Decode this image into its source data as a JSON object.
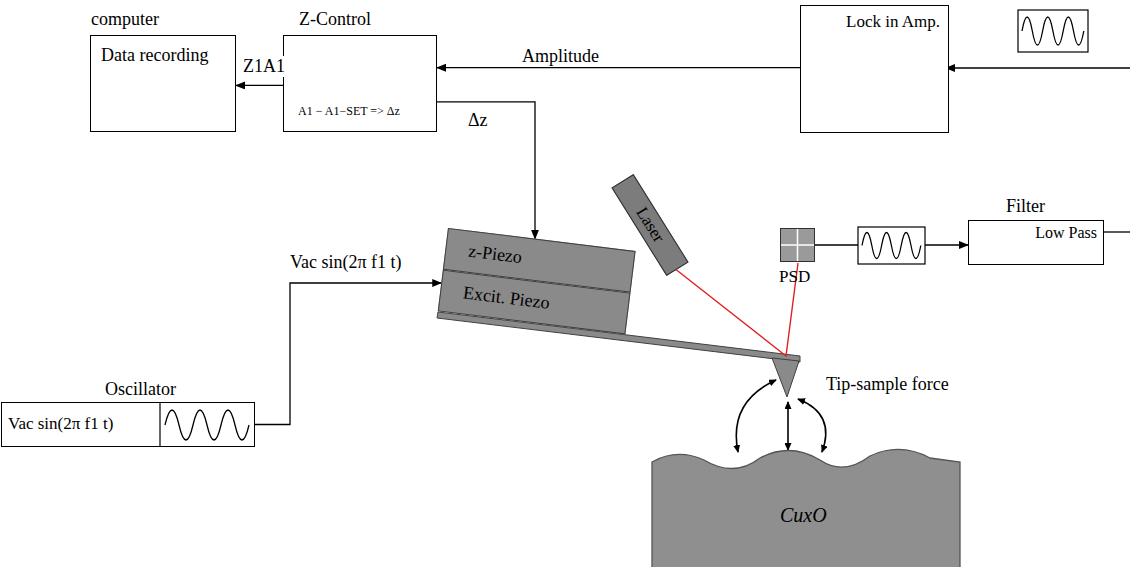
{
  "diagram": {
    "nodes": [
      {
        "text": [
          "computer",
          "Data recording"
        ]
      },
      {
        "text": [
          "Z-Control",
          "A1 − A1−SET => Δz"
        ]
      },
      {
        "text": [
          "Lock in Amp."
        ]
      },
      {
        "text": [
          "z-Piezo"
        ]
      },
      {
        "text": [
          "Excit. Piezo"
        ]
      },
      {
        "text": [
          "Laser"
        ]
      },
      {
        "text": [
          "PSD"
        ]
      },
      {
        "text": [
          "Filter",
          "Low Pass"
        ]
      },
      {
        "text": [
          "Oscillator",
          "Vac sin(2π f1 t)"
        ]
      },
      {
        "text": [
          "CuxO"
        ]
      }
    ],
    "edges": [
      {
        "from": 2,
        "to": 1,
        "label": "Amplitude",
        "arrow": "to"
      },
      {
        "from": 1,
        "to": 0,
        "label": "Z1A1",
        "arrow": "to"
      },
      {
        "from": 1,
        "to": 3,
        "label": "Δz",
        "arrow": "to"
      },
      {
        "from": 8,
        "to": 4,
        "label": "Vac sin(2π f1 t)",
        "arrow": "to"
      },
      {
        "from": 6,
        "to": 7,
        "arrow": "to"
      }
    ],
    "labels": [
      "Tip-sample force"
    ]
  }
}
